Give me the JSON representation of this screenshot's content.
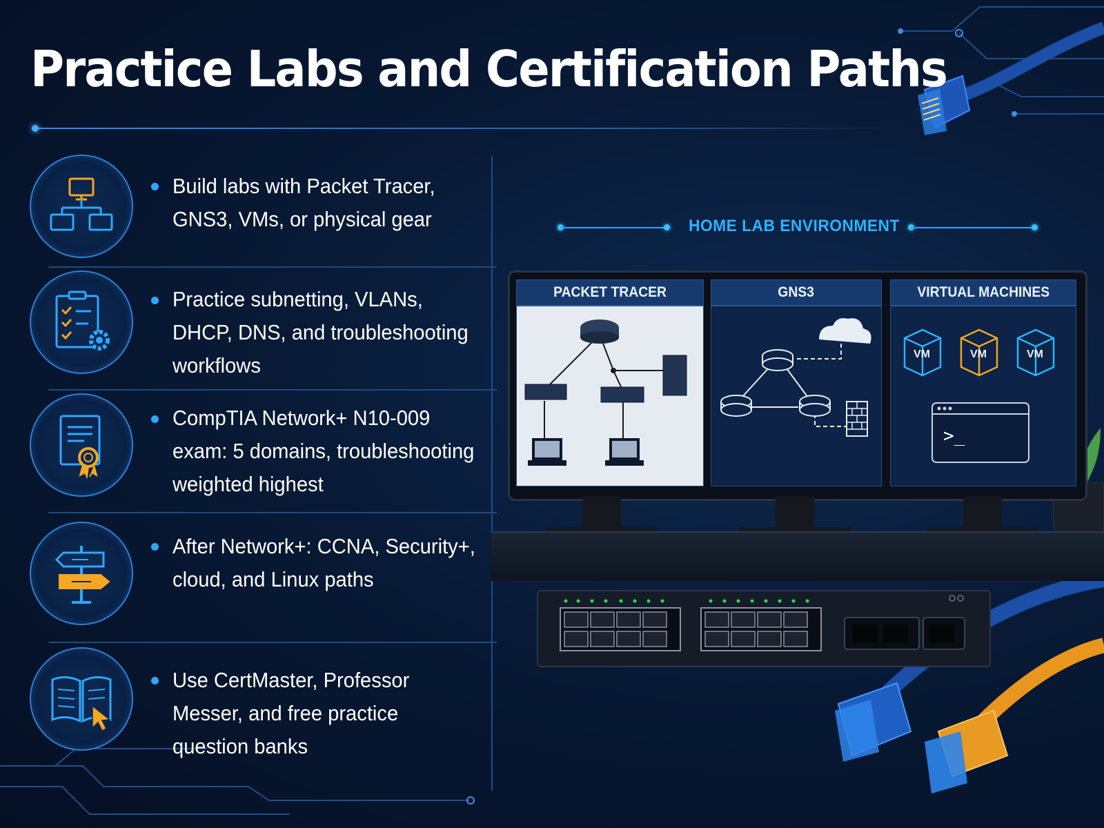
{
  "title": "Practice Labs and Certification Paths",
  "bullets": [
    {
      "icon": "network-topology-icon",
      "text": "Build labs with Packet Tracer, GNS3, VMs, or physical gear"
    },
    {
      "icon": "checklist-gear-icon",
      "text": "Practice subnetting, VLANs, DHCP, DNS, and troubleshooting workflows"
    },
    {
      "icon": "certificate-icon",
      "text": "CompTIA Network+ N10-009 exam: 5 domains, troubleshooting weighted highest"
    },
    {
      "icon": "signpost-icon",
      "text": "After Network+: CCNA, Security+, cloud, and Linux paths"
    },
    {
      "icon": "book-cursor-icon",
      "text": "Use CertMaster, Professor Messer, and free practice question banks"
    }
  ],
  "lab": {
    "label": "HOME LAB ENVIRONMENT",
    "screens": [
      {
        "title": "PACKET TRACER"
      },
      {
        "title": "GNS3"
      },
      {
        "title": "VIRTUAL MACHINES",
        "vm_label": "VM",
        "terminal_prompt": ">_"
      }
    ]
  },
  "colors": {
    "background": "#081a36",
    "accent_blue": "#2ea8ff",
    "accent_orange": "#f5a623",
    "text": "#ffffff"
  }
}
